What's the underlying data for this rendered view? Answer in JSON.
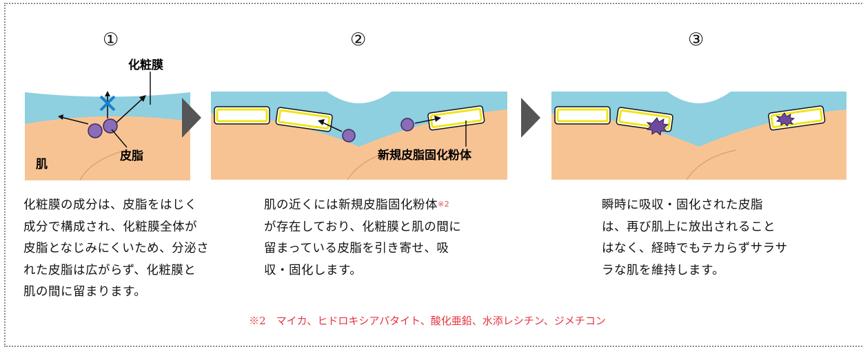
{
  "steps": [
    {
      "number": "①",
      "labels": {
        "film": "化粧膜",
        "sebum": "皮脂",
        "skin": "肌"
      },
      "lines": [
        "化粧膜の成分は、皮脂をはじく",
        "成分で構成され、化粧膜全体が",
        "皮脂となじみにくいため、分泌さ",
        "れた皮脂は広がらず、化粧膜と",
        "肌の間に留まります。"
      ]
    },
    {
      "number": "②",
      "labels": {
        "powder": "新規皮脂固化粉体"
      },
      "lines": [
        "肌の近くには新規皮脂固化粉体",
        "が存在しており、化粧膜と肌の間に",
        "留まっている皮脂を引き寄せ、吸",
        "収・固化します。"
      ],
      "superscript": "※2"
    },
    {
      "number": "③",
      "labels": {},
      "lines": [
        "瞬時に吸収・固化された皮脂",
        "は、再び肌上に放出されること",
        "はなく、経時でもテカらずサラサ",
        "ラな肌を維持します。"
      ]
    }
  ],
  "footnote": "※2　マイカ、ヒドロキシアパタイト、酸化亜鉛、水添レシチン、ジメチコン",
  "colors": {
    "film": "#8ecfe0",
    "skin": "#f8c393",
    "skin_line": "#e0a271",
    "sebum": "#8a6cb8",
    "sebum_stroke": "#3a2a5a",
    "powder_outline": "#f0e418",
    "blocked": "#1a7fd0",
    "chevron": "#555555",
    "footnote": "#e5333d"
  },
  "icons": [
    "blocked-x-icon",
    "chevron-right-icon",
    "solidified-sebum-icon"
  ]
}
